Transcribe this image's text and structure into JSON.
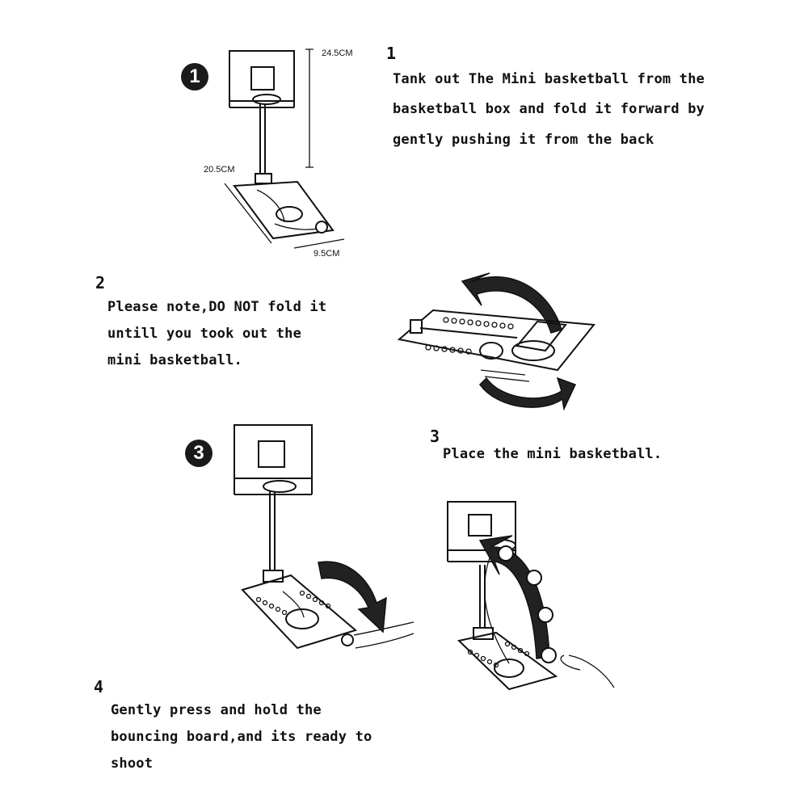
{
  "step1": {
    "number": "1",
    "badge": "1",
    "lines": [
      "Tank out The Mini basketball from the",
      "basketball box and fold it forward by",
      "gently pushing it from the back"
    ],
    "dimensions": {
      "height": "24.5CM",
      "length": "20.5CM",
      "width": "9.5CM"
    }
  },
  "step2": {
    "number": "2",
    "lines": [
      "Please note,DO NOT fold it",
      "untill you took out the",
      "mini basketball."
    ]
  },
  "step3": {
    "number": "3",
    "badge": "3",
    "lines": [
      "Place the mini basketball."
    ]
  },
  "step4": {
    "number": "4",
    "lines": [
      "Gently press and hold the",
      "bouncing board,and its ready to",
      "shoot"
    ]
  }
}
